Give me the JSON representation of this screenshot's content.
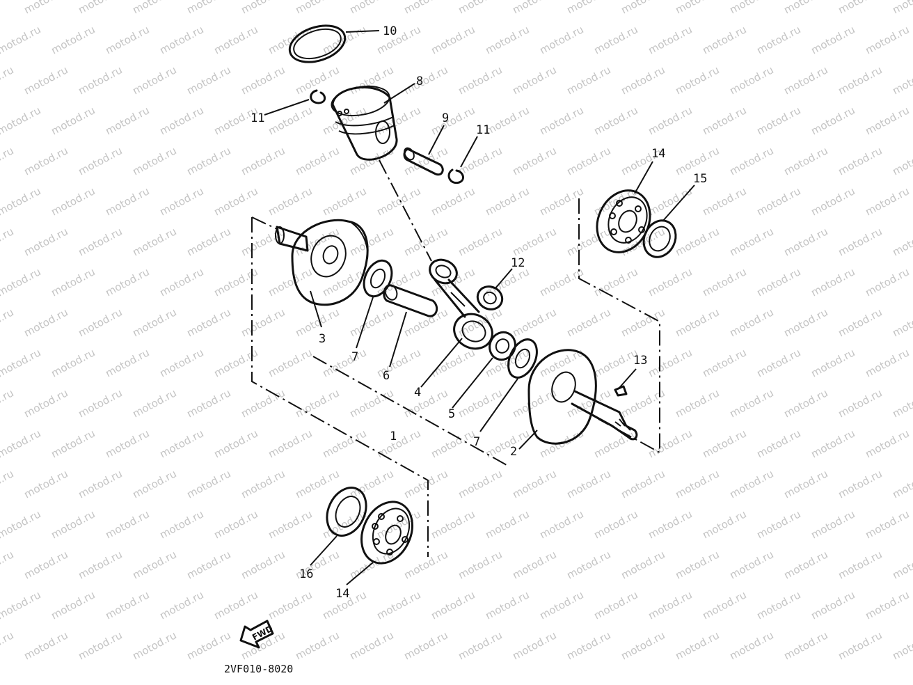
{
  "watermark": {
    "text": "motod.ru",
    "color": "#c4c4c4"
  },
  "callouts": [
    {
      "key": "p10",
      "label": "10"
    },
    {
      "key": "p8",
      "label": "8"
    },
    {
      "key": "p11a",
      "label": "11"
    },
    {
      "key": "p9",
      "label": "9"
    },
    {
      "key": "p11b",
      "label": "11"
    },
    {
      "key": "p14a",
      "label": "14"
    },
    {
      "key": "p15",
      "label": "15"
    },
    {
      "key": "p12",
      "label": "12"
    },
    {
      "key": "p3",
      "label": "3"
    },
    {
      "key": "p7a",
      "label": "7"
    },
    {
      "key": "p6",
      "label": "6"
    },
    {
      "key": "p4",
      "label": "4"
    },
    {
      "key": "p13",
      "label": "13"
    },
    {
      "key": "p5",
      "label": "5"
    },
    {
      "key": "p1",
      "label": "1"
    },
    {
      "key": "p7b",
      "label": "7"
    },
    {
      "key": "p2",
      "label": "2"
    },
    {
      "key": "p16",
      "label": "16"
    },
    {
      "key": "p14b",
      "label": "14"
    }
  ],
  "fwd_label": "FWD",
  "diagram_code": "2VF010-8020"
}
